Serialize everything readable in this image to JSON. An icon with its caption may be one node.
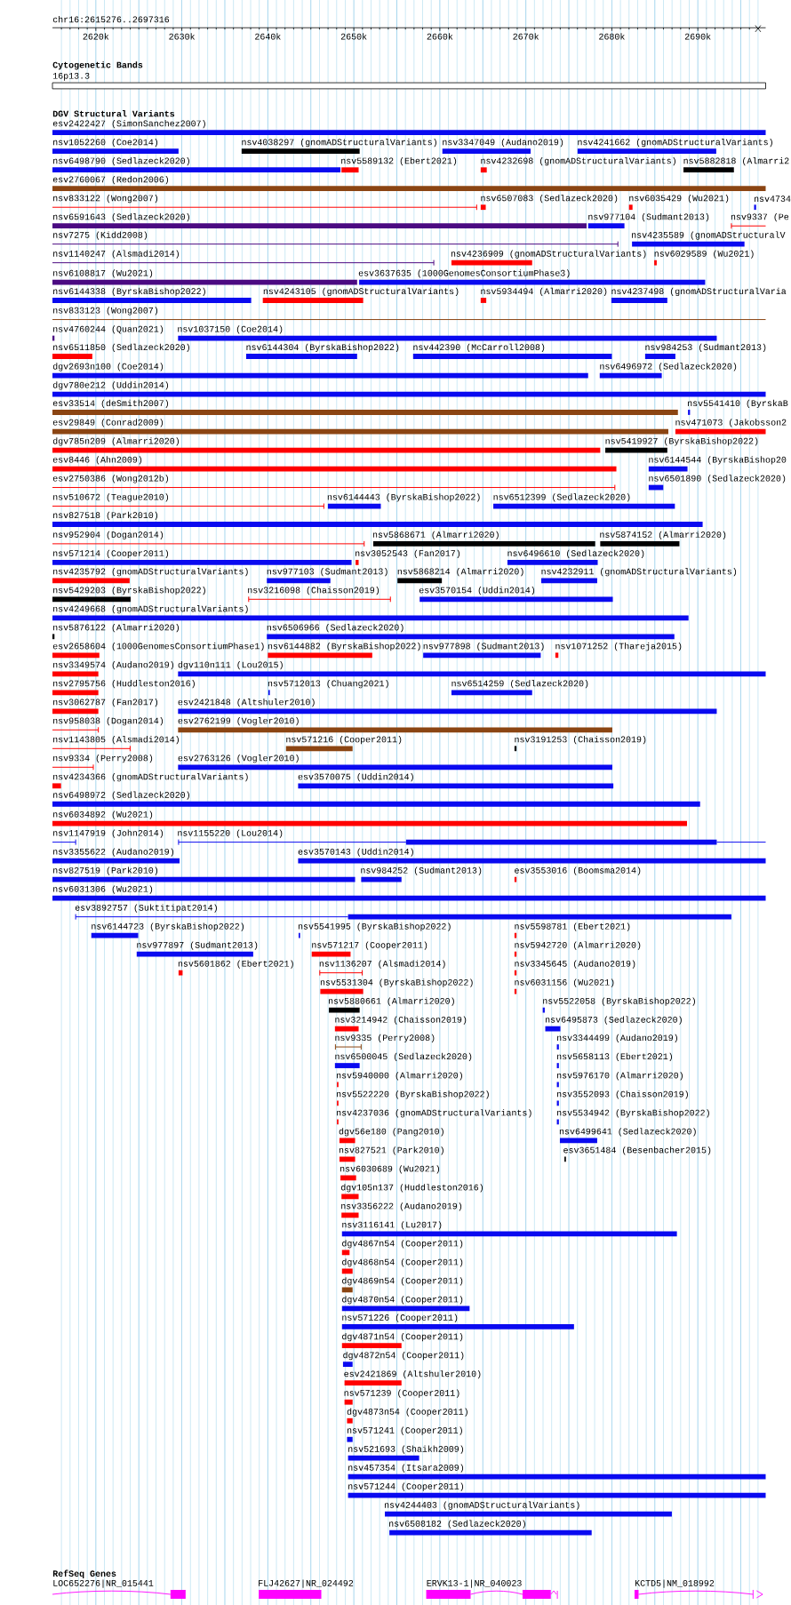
{
  "diagram": {
    "labels": [
      "chr16:2615276..2697316",
      "2620k",
      "2630k",
      "2640k",
      "2650k",
      "2660k",
      "2670k",
      "2680k",
      "2690k",
      "Cytogenetic Bands",
      "16p13.3",
      "DGV Structural Variants",
      "esv2422427 (SimonSanchez2007)",
      "nsv1052260 (Coe2014)",
      "nsv4038297 (gnomADStructuralVariants)",
      "nsv3347049 (Audano2019)",
      "nsv4241662 (gnomADStructuralVariants)",
      "nsv6498790 (Sedlazeck2020)",
      "nsv5589132 (Ebert2021)",
      "nsv4232698 (gnomADStructuralVariants)",
      "nsv5882818 (Almarri2",
      "esv2760067 (Redon2006)",
      "nsv833122 (Wong2007)",
      "nsv6507083 (Sedlazeck2020)",
      "nsv6035429 (Wu2021)",
      "nsv4734",
      "nsv6591643 (Sedlazeck2020)",
      "nsv977104 (Sudmant2013)",
      "nsv9337 (Pe",
      "nsv7275 (Kidd2008)",
      "nsv4235589 (gnomADStructuralV",
      "nsv1140247 (Alsmadi2014)",
      "nsv4236909 (gnomADStructuralVariants)",
      "nsv6029589 (Wu2021)",
      "nsv6108817 (Wu2021)",
      "esv3637635 (1000GenomesConsortiumPhase3)",
      "nsv6144338 (ByrskaBishop2022)",
      "nsv4243105 (gnomADStructuralVariants)",
      "nsv5934494 (Almarri2020)",
      "nsv4237498 (gnomADStructuralVaria",
      "nsv833123 (Wong2007)",
      "nsv4760244 (Quan2021)",
      "nsv1037150 (Coe2014)",
      "nsv6511850 (Sedlazeck2020)",
      "nsv6144304 (ByrskaBishop2022)",
      "nsv442390 (McCarroll2008)",
      "nsv984253 (Sudmant2013)",
      "dgv2693n100 (Coe2014)",
      "nsv6496972 (Sedlazeck2020)",
      "dgv780e212 (Uddin2014)",
      "esv33514 (deSmith2007)",
      "nsv5541410 (ByrskaB",
      "esv29849 (Conrad2009)",
      "nsv471073 (Jakobsson2",
      "dgv785n209 (Almarri2020)",
      "nsv5419927 (ByrskaBishop2022)",
      "esv8446 (Ahn2009)",
      "nsv6144544 (ByrskaBishop20",
      "esv2750386 (Wong2012b)",
      "nsv6501890 (Sedlazeck2020)",
      "nsv510672 (Teague2010)",
      "nsv6144443 (ByrskaBishop2022)",
      "nsv6512399 (Sedlazeck2020)",
      "nsv827518 (Park2010)",
      "nsv952904 (Dogan2014)",
      "nsv5868671 (Almarri2020)",
      "nsv5874152 (Almarri2020)",
      "nsv571214 (Cooper2011)",
      "nsv3052543 (Fan2017)",
      "nsv6496610 (Sedlazeck2020)",
      "nsv4235792 (gnomADStructuralVariants)",
      "nsv977103 (Sudmant2013)",
      "nsv5868214 (Almarri2020)",
      "nsv4232911 (gnomADStructuralVariants)",
      "nsv5429203 (ByrskaBishop2022)",
      "nsv3216098 (Chaisson2019)",
      "esv3570154 (Uddin2014)",
      "nsv4249668 (gnomADStructuralVariants)",
      "nsv5876122 (Almarri2020)",
      "nsv6506966 (Sedlazeck2020)",
      "esv2658604 (1000GenomesConsortiumPhase1)",
      "nsv6144882 (ByrskaBishop2022)",
      "nsv977898 (Sudmant2013)",
      "nsv1071252 (Thareja2015)",
      "nsv3349574 (Audano2019)",
      "dgv110n111 (Lou2015)",
      "nsv2795756 (Huddleston2016)",
      "nsv5712013 (Chuang2021)",
      "nsv6514259 (Sedlazeck2020)",
      "nsv3062787 (Fan2017)",
      "esv2421848 (Altshuler2010)",
      "nsv958038 (Dogan2014)",
      "esv2762199 (Vogler2010)",
      "nsv1143805 (Alsmadi2014)",
      "nsv571216 (Cooper2011)",
      "nsv3191253 (Chaisson2019)",
      "nsv9334 (Perry2008)",
      "esv2763126 (Vogler2010)",
      "nsv4234366 (gnomADStructuralVariants)",
      "esv3570075 (Uddin2014)",
      "nsv6498972 (Sedlazeck2020)",
      "nsv6034892 (Wu2021)",
      "nsv1147919 (John2014)",
      "nsv1155220 (Lou2014)",
      "nsv3355622 (Audano2019)",
      "esv3570143 (Uddin2014)",
      "nsv827519 (Park2010)",
      "nsv984252 (Sudmant2013)",
      "esv3553016 (Boomsma2014)",
      "nsv6031306 (Wu2021)",
      "esv3892757 (Suktitipat2014)",
      "nsv6144723 (ByrskaBishop2022)",
      "nsv5541995 (ByrskaBishop2022)",
      "nsv5598781 (Ebert2021)",
      "nsv977897 (Sudmant2013)",
      "nsv571217 (Cooper2011)",
      "nsv5942720 (Almarri2020)",
      "nsv5601862 (Ebert2021)",
      "nsv1136207 (Alsmadi2014)",
      "nsv3345645 (Audano2019)",
      "nsv5531304 (ByrskaBishop2022)",
      "nsv6031156 (Wu2021)",
      "nsv5880661 (Almarri2020)",
      "nsv5522058 (ByrskaBishop2022)",
      "nsv3214942 (Chaisson2019)",
      "nsv6495873 (Sedlazeck2020)",
      "nsv9335 (Perry2008)",
      "nsv3344499 (Audano2019)",
      "nsv6500045 (Sedlazeck2020)",
      "nsv5658113 (Ebert2021)",
      "nsv5940000 (Almarri2020)",
      "nsv5976170 (Almarri2020)",
      "nsv5522220 (ByrskaBishop2022)",
      "nsv3552093 (Chaisson2019)",
      "nsv4237036 (gnomADStructuralVariants)",
      "nsv5534942 (ByrskaBishop2022)",
      "dgv56e180 (Pang2010)",
      "nsv6499641 (Sedlazeck2020)",
      "nsv827521 (Park2010)",
      "esv3651484 (Besenbacher2015)",
      "nsv6030689 (Wu2021)",
      "dgv105n137 (Huddleston2016)",
      "nsv3356222 (Audano2019)",
      "nsv3116141 (Lu2017)",
      "dgv4867n54 (Cooper2011)",
      "dgv4868n54 (Cooper2011)",
      "dgv4869n54 (Cooper2011)",
      "dgv4870n54 (Cooper2011)",
      "nsv571226 (Cooper2011)",
      "dgv4871n54 (Cooper2011)",
      "dgv4872n54 (Cooper2011)",
      "esv2421869 (Altshuler2010)",
      "nsv571239 (Cooper2011)",
      "dgv4873n54 (Cooper2011)",
      "nsv571241 (Cooper2011)",
      "nsv521693 (Shaikh2009)",
      "nsv457354 (Itsara2009)",
      "nsv571244 (Cooper2011)",
      "nsv4244403 (gnomADStructuralVariants)",
      "nsv6508182 (Sedlazeck2020)",
      "RefSeq Genes",
      "LOC652276|NR_015441",
      "FLJ42627|NR_024492",
      "ERVK13-1|NR_040023",
      "KCTD5|NM_018992"
    ]
  }
}
